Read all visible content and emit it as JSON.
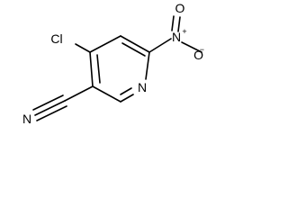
{
  "structure": {
    "atoms": {
      "chlorine": "Cl",
      "nitro_nitrogen": "N",
      "nitro_plus": "+",
      "nitro_oxygen_top": "O",
      "nitro_oxygen_right": "O",
      "nitro_minus": "−",
      "ring_nitrogen": "N",
      "nitrile_nitrogen": "N"
    },
    "colors": {
      "bond": "#000000",
      "label": "#000000",
      "background": "#ffffff"
    }
  }
}
